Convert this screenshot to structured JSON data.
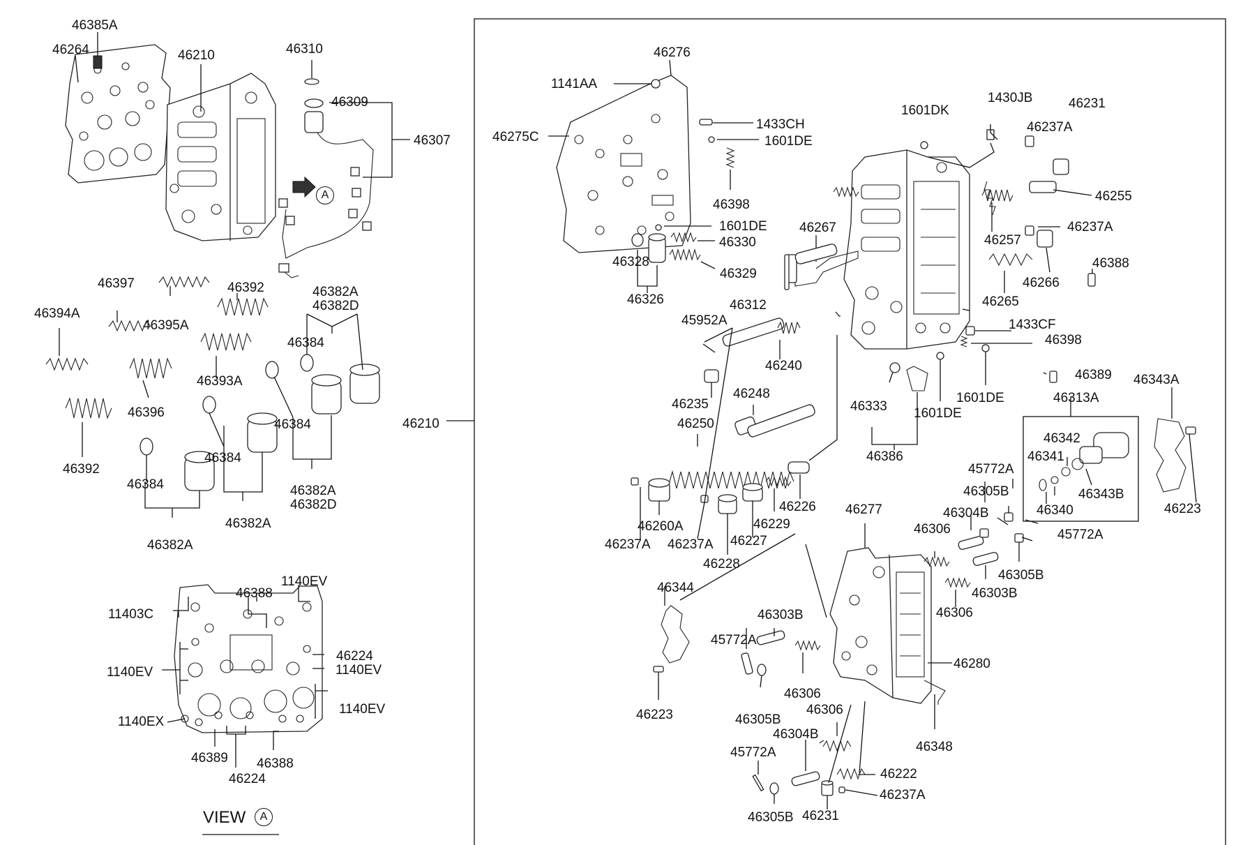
{
  "view": {
    "title": "VIEW",
    "circle_letter": "A"
  },
  "labels": [
    "46385A",
    "46264",
    "46210",
    "46310",
    "46309",
    "46307",
    "46397",
    "46395A",
    "46392",
    "46382A",
    "46382D",
    "46394A",
    "46384",
    "46393A",
    "46396",
    "46392",
    "46384",
    "46384",
    "46382A",
    "46382D",
    "46384",
    "46382A",
    "46382A",
    "46388",
    "1140EV",
    "11403C",
    "46224",
    "1140EV",
    "1140EV",
    "1140EV",
    "1140EX",
    "46389",
    "46388",
    "46224",
    "46276",
    "1141AA",
    "46275C",
    "1433CH",
    "1601DE",
    "1601DK",
    "1430JB",
    "46231",
    "46237A",
    "46398",
    "1601DE",
    "46330",
    "46328",
    "46329",
    "46326",
    "46267",
    "46255",
    "46257",
    "46237A",
    "46388",
    "46266",
    "46265",
    "46312",
    "45952A",
    "46240",
    "1433CF",
    "46398",
    "46389",
    "46210",
    "46235",
    "46248",
    "46333",
    "1601DE",
    "1601DE",
    "46313A",
    "46343A",
    "46250",
    "46386",
    "46342",
    "46341",
    "46343B",
    "46340",
    "46223",
    "45772A",
    "46305B",
    "46304B",
    "46306",
    "46226",
    "46260A",
    "46229",
    "46277",
    "45772A",
    "46237A",
    "46237A",
    "46227",
    "46228",
    "46305B",
    "46303B",
    "46306",
    "46344",
    "46303B",
    "45772A",
    "46280",
    "46306",
    "46223",
    "46305B",
    "46306",
    "46304B",
    "46348",
    "45772A",
    "46222",
    "46237A",
    "46305B",
    "46231"
  ]
}
